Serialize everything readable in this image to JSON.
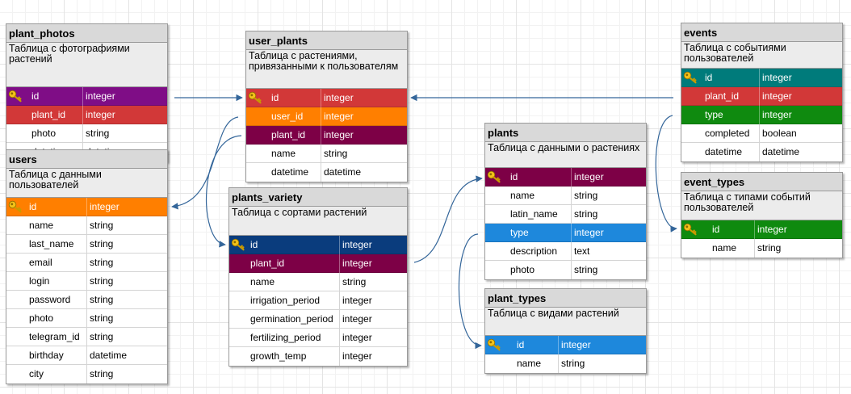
{
  "colors": {
    "purple": "#7f0d86",
    "red": "#d23838",
    "orange": "#ff7f00",
    "maroon": "#7d0046",
    "navy": "#0a3c7d",
    "blue": "#1e88dc",
    "teal": "#007b7b",
    "green": "#0f8a0f",
    "connector": "#34669a"
  },
  "tables": {
    "plant_photos": {
      "title": "plant_photos",
      "description": "Таблица с фотографиями растений",
      "rows": [
        {
          "name": "id",
          "type": "integer",
          "key": true,
          "color": "purple"
        },
        {
          "name": "plant_id",
          "type": "integer",
          "color": "red"
        },
        {
          "name": "photo",
          "type": "string"
        },
        {
          "name": "datetime",
          "type": "datetime"
        }
      ]
    },
    "users": {
      "title": "users",
      "description": "Таблица с данными пользователей",
      "rows": [
        {
          "name": "id",
          "type": "integer",
          "key": true,
          "color": "orange"
        },
        {
          "name": "name",
          "type": "string"
        },
        {
          "name": "last_name",
          "type": "string"
        },
        {
          "name": "email",
          "type": "string"
        },
        {
          "name": "login",
          "type": "string"
        },
        {
          "name": "password",
          "type": "string"
        },
        {
          "name": "photo",
          "type": "string"
        },
        {
          "name": "telegram_id",
          "type": "string"
        },
        {
          "name": "birthday",
          "type": "datetime"
        },
        {
          "name": "city",
          "type": "string"
        }
      ]
    },
    "user_plants": {
      "title": "user_plants",
      "description": "Таблица с растениями, привязанными к пользователям",
      "rows": [
        {
          "name": "id",
          "type": "integer",
          "key": true,
          "color": "red"
        },
        {
          "name": "user_id",
          "type": "integer",
          "color": "orange"
        },
        {
          "name": "plant_id",
          "type": "integer",
          "color": "maroon"
        },
        {
          "name": "name",
          "type": "string"
        },
        {
          "name": "datetime",
          "type": "datetime"
        }
      ]
    },
    "plants_variety": {
      "title": "plants_variety",
      "description": "Таблица с сортами растений",
      "rows": [
        {
          "name": "id",
          "type": "integer",
          "key": true,
          "color": "navy"
        },
        {
          "name": "plant_id",
          "type": "integer",
          "color": "maroon"
        },
        {
          "name": "name",
          "type": "string"
        },
        {
          "name": "irrigation_period",
          "type": "integer"
        },
        {
          "name": "germination_period",
          "type": "integer"
        },
        {
          "name": "fertilizing_period",
          "type": "integer"
        },
        {
          "name": "growth_temp",
          "type": "integer"
        }
      ]
    },
    "plants": {
      "title": "plants",
      "description": "Таблица с данными о растениях",
      "rows": [
        {
          "name": "id",
          "type": "integer",
          "key": true,
          "color": "maroon"
        },
        {
          "name": "name",
          "type": "string"
        },
        {
          "name": "latin_name",
          "type": "string"
        },
        {
          "name": "type",
          "type": "integer",
          "color": "blue"
        },
        {
          "name": "description",
          "type": "text"
        },
        {
          "name": "photo",
          "type": "string"
        }
      ]
    },
    "plant_types": {
      "title": "plant_types",
      "description": "Таблица с видами  растений",
      "rows": [
        {
          "name": "id",
          "type": "integer",
          "key": true,
          "color": "blue"
        },
        {
          "name": "name",
          "type": "string"
        }
      ]
    },
    "events": {
      "title": "events",
      "description": "Таблица с событиями пользователей",
      "rows": [
        {
          "name": "id",
          "type": "integer",
          "key": true,
          "color": "teal"
        },
        {
          "name": "plant_id",
          "type": "integer",
          "color": "red"
        },
        {
          "name": "type",
          "type": "integer",
          "color": "green"
        },
        {
          "name": "completed",
          "type": "boolean"
        },
        {
          "name": "datetime",
          "type": "datetime"
        }
      ]
    },
    "event_types": {
      "title": "event_types",
      "description": "Таблица с типами событий пользователей",
      "rows": [
        {
          "name": "id",
          "type": "integer",
          "key": true,
          "color": "green"
        },
        {
          "name": "name",
          "type": "string"
        }
      ]
    }
  }
}
